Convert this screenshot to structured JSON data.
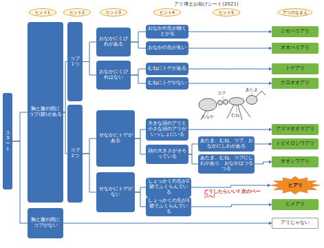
{
  "diagram": {
    "title": "アリ博士お助けシート(2021)",
    "nodes": [
      {
        "text": [
          "ヒント1"
        ]
      },
      {
        "text": [
          "ヒント2"
        ]
      },
      {
        "text": [
          "ヒント3"
        ]
      },
      {
        "text": [
          "ヒント4"
        ]
      },
      {
        "text": [
          "ヒント5"
        ]
      },
      {
        "text": [
          "アリのなまえ"
        ]
      },
      {
        "text": [
          "スタート"
        ]
      },
      {
        "text": [
          "胸と腹の間にコブ(節)がある"
        ]
      },
      {
        "text": [
          "胸と腹の間にコブがない"
        ]
      },
      {
        "text": [
          "コブ 1つ"
        ]
      },
      {
        "text": [
          "コブ 2つ"
        ]
      },
      {
        "text": [
          "おなかにくびれがある"
        ]
      },
      {
        "text": [
          "おなかにくびれはない"
        ]
      },
      {
        "text": [
          "せなかにトゲがある"
        ]
      },
      {
        "text": [
          "せなかにトゲがない"
        ]
      },
      {
        "text": [
          "おなかの先が細くとがる"
        ]
      },
      {
        "text": [
          "おなかの先が丸い"
        ]
      },
      {
        "text": [
          "むねにトゲがある"
        ]
      },
      {
        "text": [
          "むねにトゲがない"
        ]
      },
      {
        "text": [
          "大きな頭のアリと小さな頭のアリがいっしょにいる"
        ]
      },
      {
        "text": [
          "頭の大きさがそろっている"
        ]
      },
      {
        "text": [
          "しょっかくの先が2節でふくらんでいる"
        ]
      },
      {
        "text": [
          "しょっかくの先が3節でふくらんでいる"
        ]
      },
      {
        "text": [
          "あたま、むね、コブ、おなかにしわがある"
        ]
      },
      {
        "text": [
          "あたま、むね、コブにしわがあり、おなかはつるつる"
        ]
      },
      {
        "text": [
          "ニセハリアリ"
        ]
      },
      {
        "text": [
          "オオハリアリ"
        ]
      },
      {
        "text": [
          "トゲアリ"
        ]
      },
      {
        "text": [
          "クロオオアリ"
        ]
      },
      {
        "text": [
          "アズマオオズアリ"
        ]
      },
      {
        "text": [
          "トビイロシワアリ"
        ]
      },
      {
        "text": [
          "オオシワアリ"
        ]
      },
      {
        "text": [
          "ヒアリ"
        ]
      },
      {
        "text": [
          "ヒメアリ"
        ]
      },
      {
        "text": [
          "アリじゃない"
        ]
      }
    ],
    "edges": [
      {
        "from": 6,
        "to": 7,
        "arrow": "none"
      },
      {
        "from": 6,
        "to": 8,
        "arrow": "none"
      },
      {
        "from": 7,
        "to": 9,
        "arrow": "none"
      },
      {
        "from": 7,
        "to": 10,
        "arrow": "none"
      },
      {
        "from": 9,
        "to": 11,
        "arrow": "none"
      },
      {
        "from": 9,
        "to": 12,
        "arrow": "none"
      },
      {
        "from": 10,
        "to": 13,
        "arrow": "none"
      },
      {
        "from": 10,
        "to": 14,
        "arrow": "none"
      },
      {
        "from": 11,
        "to": 15,
        "arrow": "none"
      },
      {
        "from": 11,
        "to": 16,
        "arrow": "none"
      },
      {
        "from": 12,
        "to": 17,
        "arrow": "none"
      },
      {
        "from": 12,
        "to": 18,
        "arrow": "none"
      },
      {
        "from": 13,
        "to": 19,
        "arrow": "none"
      },
      {
        "from": 13,
        "to": 20,
        "arrow": "none"
      },
      {
        "from": 14,
        "to": 21,
        "arrow": "none"
      },
      {
        "from": 14,
        "to": 22,
        "arrow": "none"
      },
      {
        "from": 20,
        "to": 23,
        "arrow": "none"
      },
      {
        "from": 20,
        "to": 24,
        "arrow": "none"
      },
      {
        "from": 15,
        "to": 25,
        "arrow": "to"
      },
      {
        "from": 16,
        "to": 26,
        "arrow": "to"
      },
      {
        "from": 17,
        "to": 27,
        "arrow": "to"
      },
      {
        "from": 18,
        "to": 28,
        "arrow": "to"
      },
      {
        "from": 19,
        "to": 29,
        "arrow": "to"
      },
      {
        "from": 23,
        "to": 30,
        "arrow": "to"
      },
      {
        "from": 24,
        "to": 31,
        "arrow": "to"
      },
      {
        "from": 21,
        "to": 32,
        "arrow": "to"
      },
      {
        "from": 22,
        "to": 33,
        "arrow": "to"
      },
      {
        "from": 8,
        "to": 34,
        "arrow": "to"
      }
    ],
    "labels": [
      "どうしたらいい? 次のページへ!",
      "おなか",
      "コブ",
      "むね",
      "あたま"
    ]
  }
}
